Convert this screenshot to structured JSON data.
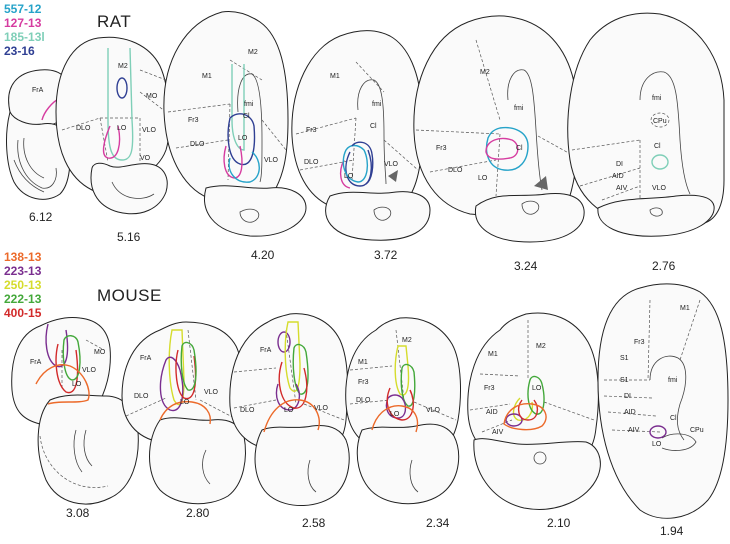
{
  "rat": {
    "title": "RAT",
    "legend": [
      {
        "label": "557-12",
        "color": "#26a3c9"
      },
      {
        "label": "127-13",
        "color": "#d63ca0"
      },
      {
        "label": "185-13l",
        "color": "#7fcfb8"
      },
      {
        "label": "23-16",
        "color": "#2f3f93"
      }
    ],
    "coordinates": [
      "6.12",
      "5.16",
      "4.20",
      "3.72",
      "3.24",
      "2.76"
    ]
  },
  "mouse": {
    "title": "MOUSE",
    "legend": [
      {
        "label": "138-13",
        "color": "#ec6a2a"
      },
      {
        "label": "223-13",
        "color": "#7a2e8f"
      },
      {
        "label": "250-13",
        "color": "#d5dc2c"
      },
      {
        "label": "222-13",
        "color": "#43a83a"
      },
      {
        "label": "400-15",
        "color": "#d22a2a"
      }
    ],
    "coordinates": [
      "3.08",
      "2.80",
      "2.58",
      "2.34",
      "2.10",
      "1.94"
    ]
  },
  "region_labels": {
    "FrA": "FrA",
    "M2": "M2",
    "M1": "M1",
    "MO": "MO",
    "DLO": "DLO",
    "LO": "LO",
    "VLO": "VLO",
    "VO": "VO",
    "fmi": "fmi",
    "Cl": "Cl",
    "Fr3": "Fr3",
    "DI": "DI",
    "AID": "AID",
    "AIV": "AIV",
    "CPu": "CPu",
    "S1": "S1"
  }
}
